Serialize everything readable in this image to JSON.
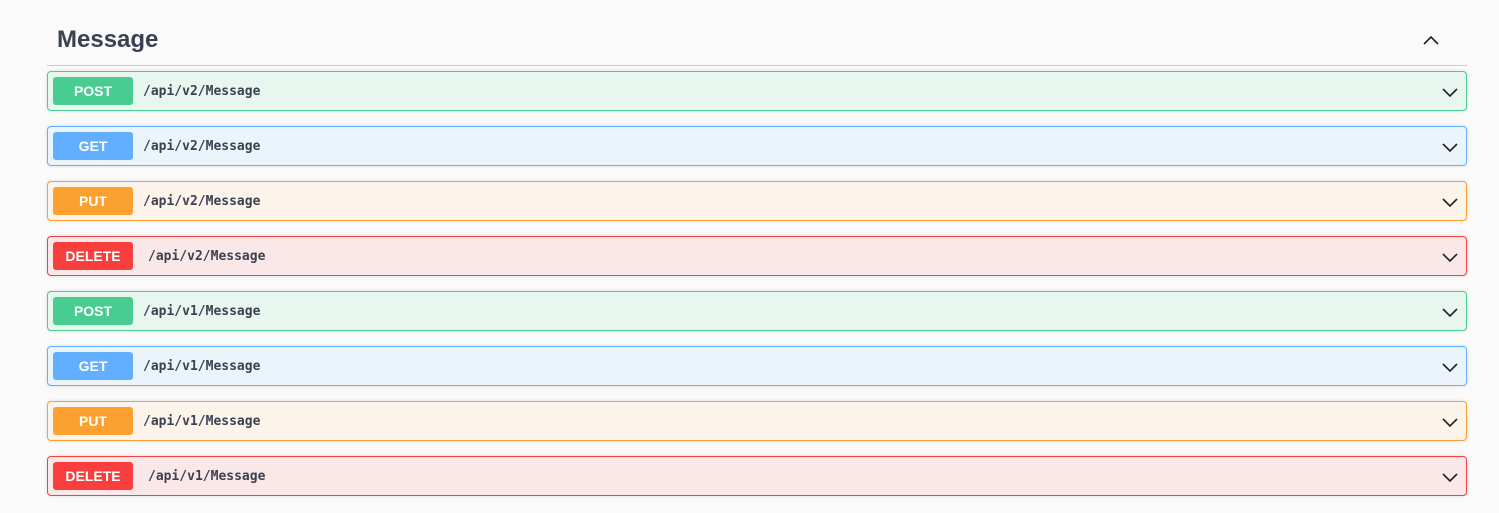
{
  "section": {
    "title": "Message",
    "expanded": true
  },
  "operations": [
    {
      "method": "POST",
      "path": "/api/v2/Message"
    },
    {
      "method": "GET",
      "path": "/api/v2/Message"
    },
    {
      "method": "PUT",
      "path": "/api/v2/Message"
    },
    {
      "method": "DELETE",
      "path": "/api/v2/Message"
    },
    {
      "method": "POST",
      "path": "/api/v1/Message"
    },
    {
      "method": "GET",
      "path": "/api/v1/Message"
    },
    {
      "method": "PUT",
      "path": "/api/v1/Message"
    },
    {
      "method": "DELETE",
      "path": "/api/v1/Message"
    }
  ],
  "colors": {
    "POST": "#49cc90",
    "GET": "#61affe",
    "PUT": "#fca130",
    "DELETE": "#f93e3e"
  }
}
